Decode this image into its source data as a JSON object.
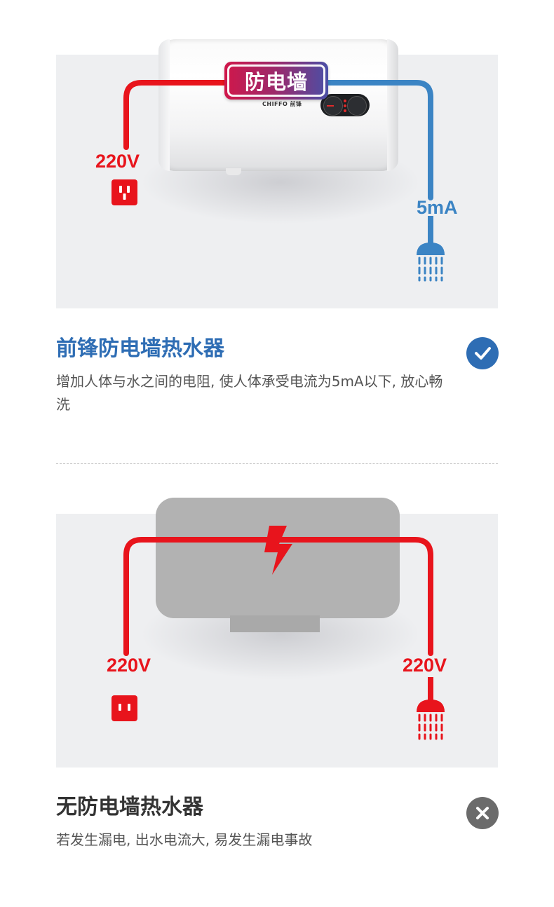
{
  "colors": {
    "live_red": "#e8141c",
    "safe_blue": "#3b84c4",
    "title_blue": "#2e6db4",
    "title_dark": "#333333",
    "check_bg": "#2e6db4",
    "cross_bg": "#6b6b6b"
  },
  "protected": {
    "badge_text": "防电墙",
    "brand_text": "CHIFFO 前锋",
    "voltage_label": "220V",
    "current_label": "5mA",
    "title": "前锋防电墙热水器",
    "description": "增加人体与水之间的电阻, 使人体承受电流为5mA以下, 放心畅洗",
    "status_icon": "check-icon"
  },
  "unprotected": {
    "left_voltage_label": "220V",
    "right_voltage_label": "220V",
    "title": "无防电墙热水器",
    "description": "若发生漏电, 出水电流大, 易发生漏电事故",
    "status_icon": "cross-icon"
  }
}
